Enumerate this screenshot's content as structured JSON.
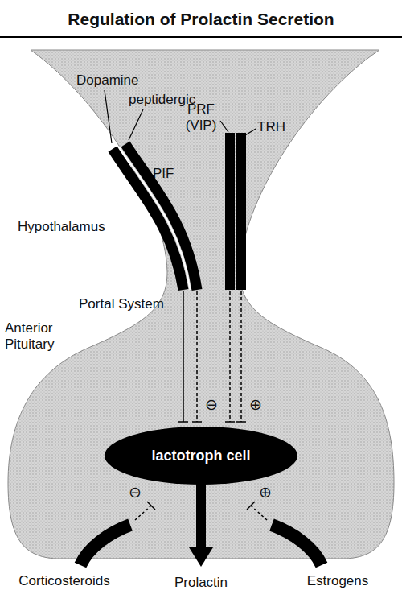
{
  "diagram": {
    "title": "Regulation of Prolactin Secretion",
    "nodes": [
      {
        "text": [
          "lactotroph cell"
        ]
      }
    ],
    "labels": [
      "Dopamine",
      "peptidergic",
      "PIF",
      "PRF (VIP)",
      "TRH",
      "Hypothalamus",
      "Portal System",
      "Anterior Pituitary",
      "⊖",
      "⊕",
      "⊖",
      "⊕",
      "Corticosteroids",
      "Prolactin",
      "Estrogens"
    ]
  }
}
